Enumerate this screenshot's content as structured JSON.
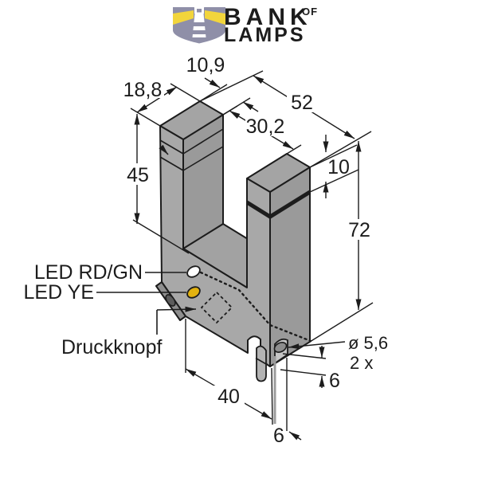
{
  "logo": {
    "bank": "BANK",
    "of": "OF",
    "lamps": "LAMPS"
  },
  "drawing": {
    "dimensions": {
      "arm_width": "10,9",
      "housing_depth": "18,8",
      "overall_length": "52",
      "slot_width": "30,2",
      "slot_depth": "45",
      "band_offset": "10",
      "overall_height": "72",
      "hole_spacing": "40",
      "hole_offset_bottom": "6",
      "hole_offset_end": "6",
      "hole_diameter": "ø 5,6",
      "hole_count": "2 x"
    },
    "labels": {
      "led_status": "LED RD/GN",
      "led_output": "LED YE",
      "pushbutton": "Druckknopf"
    }
  },
  "colors": {
    "logo_purple": "#8f8fa8",
    "beam_yellow": "#f2d53c",
    "led_yellow": "#e2b210",
    "led_white": "#ffffff"
  }
}
